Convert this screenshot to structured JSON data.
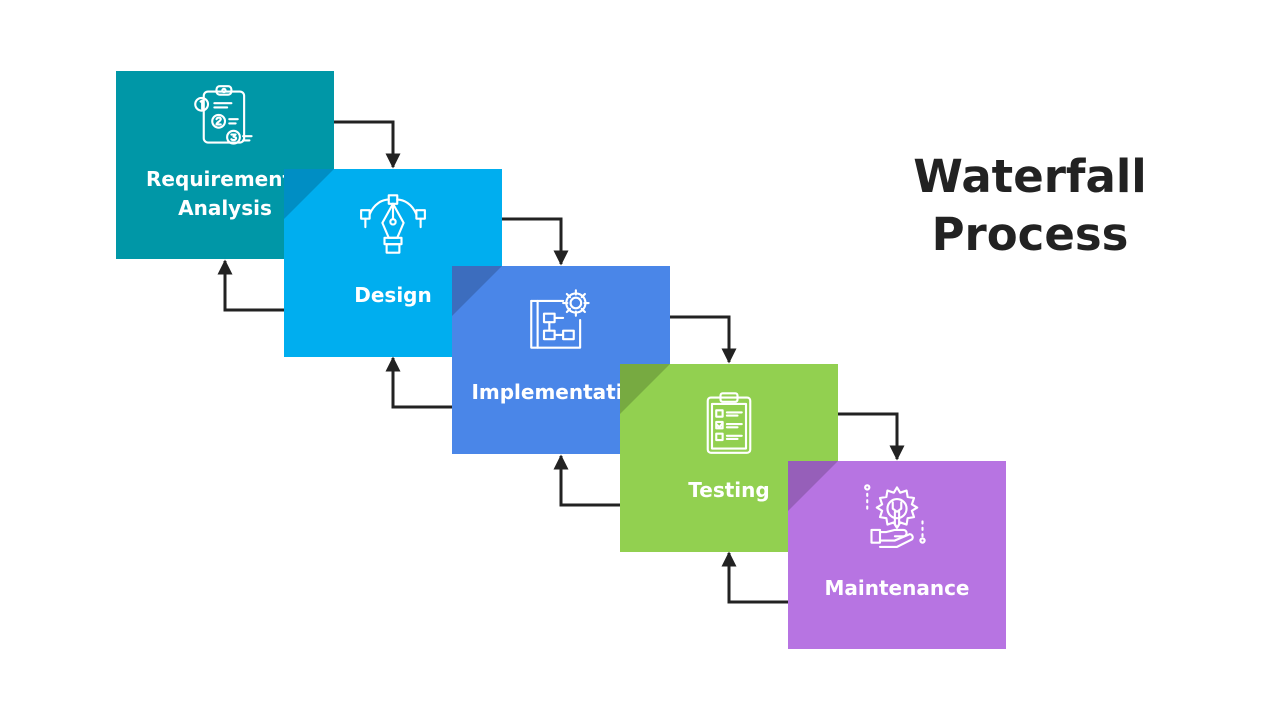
{
  "title": {
    "line1": "Waterfall",
    "line2": "Process"
  },
  "steps": [
    {
      "line1": "Requirements",
      "line2": "Analysis",
      "color": "#0097A7",
      "icon": "checklist-numbered-icon"
    },
    {
      "line1": "Design",
      "color": "#00AEEF",
      "icon": "pen-tool-icon"
    },
    {
      "line1": "Implementation",
      "color": "#4A86E8",
      "icon": "blueprint-gear-icon"
    },
    {
      "line1": "Testing",
      "color": "#92D050",
      "icon": "clipboard-check-icon"
    },
    {
      "line1": "Maintenance",
      "color": "#B774E2",
      "icon": "gear-wrench-icon"
    }
  ],
  "connector_color": "#222222"
}
